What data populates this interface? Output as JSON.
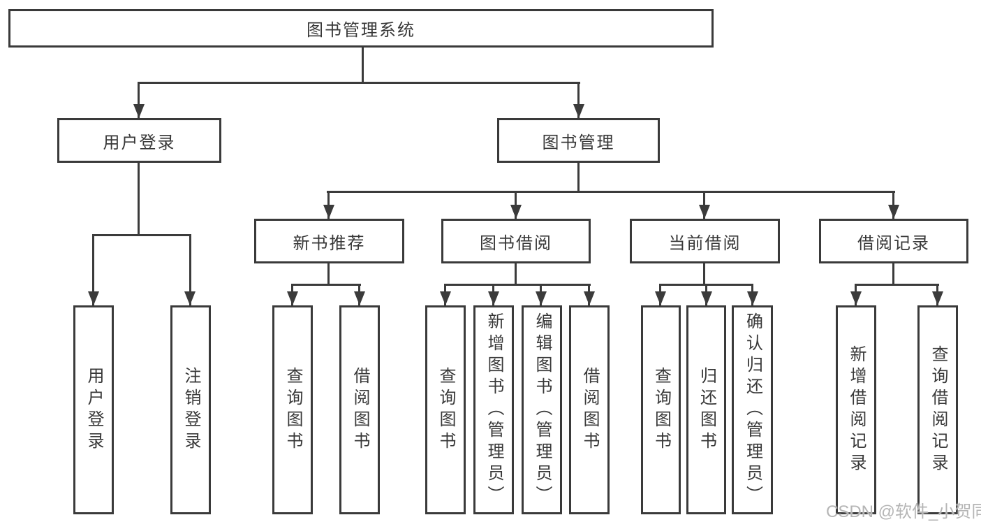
{
  "diagram": {
    "root": {
      "label": "图书管理系统"
    },
    "level2": [
      {
        "id": "user-login",
        "label": "用户登录"
      },
      {
        "id": "book-management",
        "label": "图书管理"
      }
    ],
    "level3": [
      {
        "id": "new-book-recommendation",
        "label": "新书推荐"
      },
      {
        "id": "book-borrowing",
        "label": "图书借阅"
      },
      {
        "id": "current-borrowing",
        "label": "当前借阅"
      },
      {
        "id": "borrowing-records",
        "label": "借阅记录"
      }
    ],
    "leaves": [
      {
        "group": "user-login",
        "label": "用户登录"
      },
      {
        "group": "user-login",
        "label": "注销登录"
      },
      {
        "group": "new-book-recommendation",
        "label": "查询图书"
      },
      {
        "group": "new-book-recommendation",
        "label": "借阅图书"
      },
      {
        "group": "book-borrowing",
        "label": "查询图书"
      },
      {
        "group": "book-borrowing",
        "label": "新增图书（管理员）"
      },
      {
        "group": "book-borrowing",
        "label": "编辑图书（管理员）"
      },
      {
        "group": "book-borrowing",
        "label": "借阅图书"
      },
      {
        "group": "current-borrowing",
        "label": "查询图书"
      },
      {
        "group": "current-borrowing",
        "label": "归还图书"
      },
      {
        "group": "current-borrowing",
        "label": "确认归还（管理员）"
      },
      {
        "group": "borrowing-records",
        "label": "新增借阅记录"
      },
      {
        "group": "borrowing-records",
        "label": "查询借阅记录"
      }
    ],
    "watermark": "CSDN @软件_小贺同学",
    "colors": {
      "line": "#3b3b3b",
      "border": "#3a3a3a",
      "text": "#383838",
      "watermark": "#b5b5b5",
      "background": "#ffffff"
    }
  }
}
